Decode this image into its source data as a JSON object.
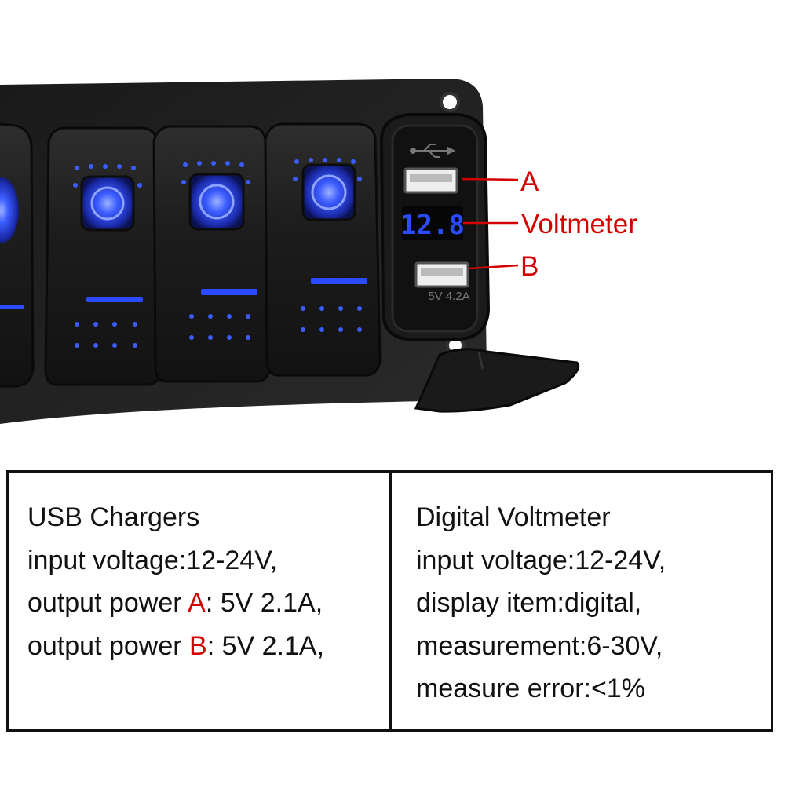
{
  "colors": {
    "label_red": "#d40000",
    "led_blue": "#2a4bff",
    "panel_black": "#161616",
    "background": "#ffffff"
  },
  "product_photo": {
    "description_icons": [
      "rocker-switch-icon",
      "usb-port-icon",
      "voltmeter-display-icon",
      "dust-cap-icon"
    ],
    "voltmeter_reading": "12.8",
    "usb_icon": "usb-symbol-icon",
    "usb_rating_text": "5V 4.2A"
  },
  "callouts": {
    "a": "A",
    "voltmeter": "Voltmeter",
    "b": "B"
  },
  "spec_table": {
    "usb": {
      "title": "USB Chargers",
      "input_voltage": "input voltage:12-24V,",
      "output_a_prefix": "output power ",
      "output_a_port": "A",
      "output_a_value": ": 5V 2.1A,",
      "output_b_prefix": "output power ",
      "output_b_port": "B",
      "output_b_value": ": 5V 2.1A,"
    },
    "voltmeter": {
      "title": "Digital Voltmeter",
      "input_voltage": "input voltage:12-24V,",
      "display_item": "display item:digital,",
      "measurement": "measurement:6-30V,",
      "measure_error": "measure error:<1%"
    }
  }
}
